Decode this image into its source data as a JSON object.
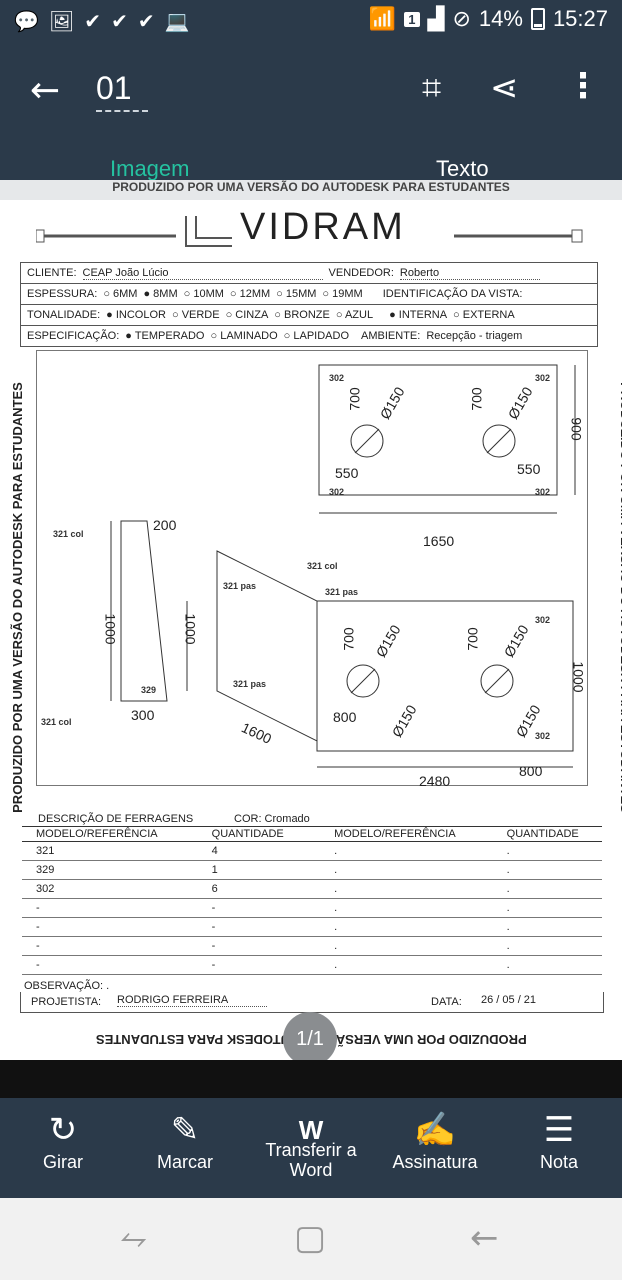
{
  "status": {
    "battery": "14%",
    "time": "15:27",
    "sim": "1"
  },
  "appbar": {
    "title": "01"
  },
  "tabs": {
    "imagem": "Imagem",
    "texto": "Texto"
  },
  "document": {
    "watermark": "PRODUZIDO POR UMA VERSÃO DO AUTODESK PARA ESTUDANTES",
    "logo": "VIDRAM",
    "cliente_label": "CLIENTE:",
    "cliente": "CEAP João Lúcio",
    "vendedor_label": "VENDEDOR:",
    "vendedor": "Roberto",
    "espessura_label": "ESPESSURA:",
    "espessura_options": [
      "6MM",
      "8MM",
      "10MM",
      "12MM",
      "15MM",
      "19MM"
    ],
    "id_vista_label": "IDENTIFICAÇÃO DA VISTA:",
    "tonalidade_label": "TONALIDADE:",
    "tonalidade_options": [
      "INCOLOR",
      "VERDE",
      "CINZA",
      "BRONZE",
      "AZUL"
    ],
    "vista_options": [
      "INTERNA",
      "EXTERNA"
    ],
    "especificacao_label": "ESPECIFICAÇÃO:",
    "especificacao_options": [
      "TEMPERADO",
      "LAMINADO",
      "LAPIDADO"
    ],
    "ambiente_label": "AMBIENTE:",
    "ambiente": "Recepção - triagem",
    "dims": {
      "d700": "700",
      "d150": "Ø150",
      "d550": "550",
      "d900": "900",
      "d1650": "1650",
      "d200": "200",
      "d1000": "1000",
      "d300": "300",
      "d1600": "1600",
      "d800": "800",
      "d2480": "2480"
    },
    "tags": {
      "t302": "302",
      "t321col": "321 col",
      "t321pas": "321 pas",
      "t329": "329"
    },
    "ferragens_label": "DESCRIÇÃO DE FERRAGENS",
    "cor_label": "COR: Cromado",
    "table_headers": [
      "MODELO/REFERÊNCIA",
      "QUANTIDADE",
      "MODELO/REFERÊNCIA",
      "QUANTIDADE"
    ],
    "rows": [
      [
        "321",
        "4",
        ".",
        "."
      ],
      [
        "329",
        "1",
        ".",
        "."
      ],
      [
        "302",
        "6",
        ".",
        "."
      ],
      [
        "-",
        "-",
        ".",
        "."
      ],
      [
        "-",
        "-",
        ".",
        "."
      ],
      [
        "-",
        "-",
        ".",
        "."
      ],
      [
        "-",
        "-",
        ".",
        "."
      ]
    ],
    "observacao": "OBSERVAÇÃO: .",
    "projetista_label": "PROJETISTA:",
    "projetista": "RODRIGO FERREIRA",
    "data_label": "DATA:",
    "data": "26 / 05 / 21"
  },
  "page_indicator": "1/1",
  "toolbar": {
    "girar": "Girar",
    "marcar": "Marcar",
    "transferir": "Transferir a Word",
    "assinatura": "Assinatura",
    "nota": "Nota"
  }
}
